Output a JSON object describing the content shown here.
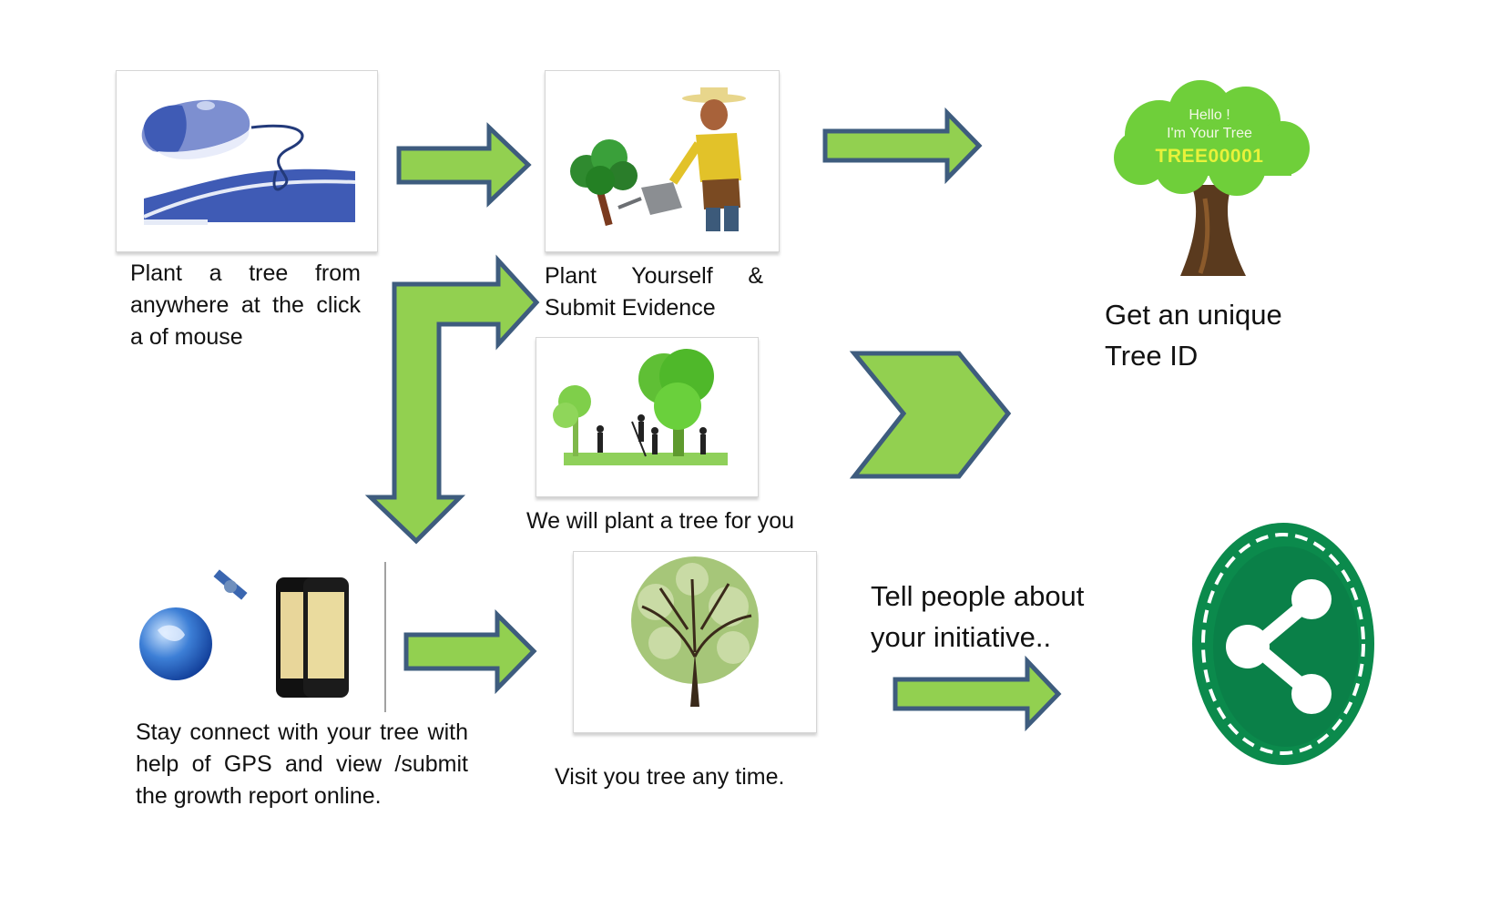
{
  "colors": {
    "arrow_fill": "#92d050",
    "arrow_stroke": "#3e5c7e",
    "share_green": "#0b8a4c",
    "mouse_blue": "#3f5bb5",
    "tree_canopy": "#6fcf3a",
    "tree_id_yellow": "#e8f23a"
  },
  "steps": {
    "plant_online": {
      "icon": "computer-mouse-icon",
      "caption": "Plant a tree from anywhere at the click a of mouse"
    },
    "plant_yourself": {
      "icon": "gardener-watering-tree-icon",
      "caption": "Plant Yourself & Submit Evidence"
    },
    "tree_id": {
      "icon": "talking-tree-icon",
      "bubble_line1": "Hello !",
      "bubble_line2": "I'm Your Tree",
      "tree_id": "TREE00001",
      "caption": "Get an unique Tree ID"
    },
    "we_plant": {
      "icon": "people-planting-trees-icon",
      "caption": "We will plant a tree for you"
    },
    "stay_connected": {
      "icon": "gps-globe-phones-icon",
      "caption": "Stay connect with your tree with help of GPS and view /submit the growth report online."
    },
    "visit_tree": {
      "icon": "leafy-tree-icon",
      "caption": "Visit you tree any time."
    },
    "tell_people": {
      "icon": "share-icon",
      "caption": "Tell people about your initiative.."
    }
  }
}
